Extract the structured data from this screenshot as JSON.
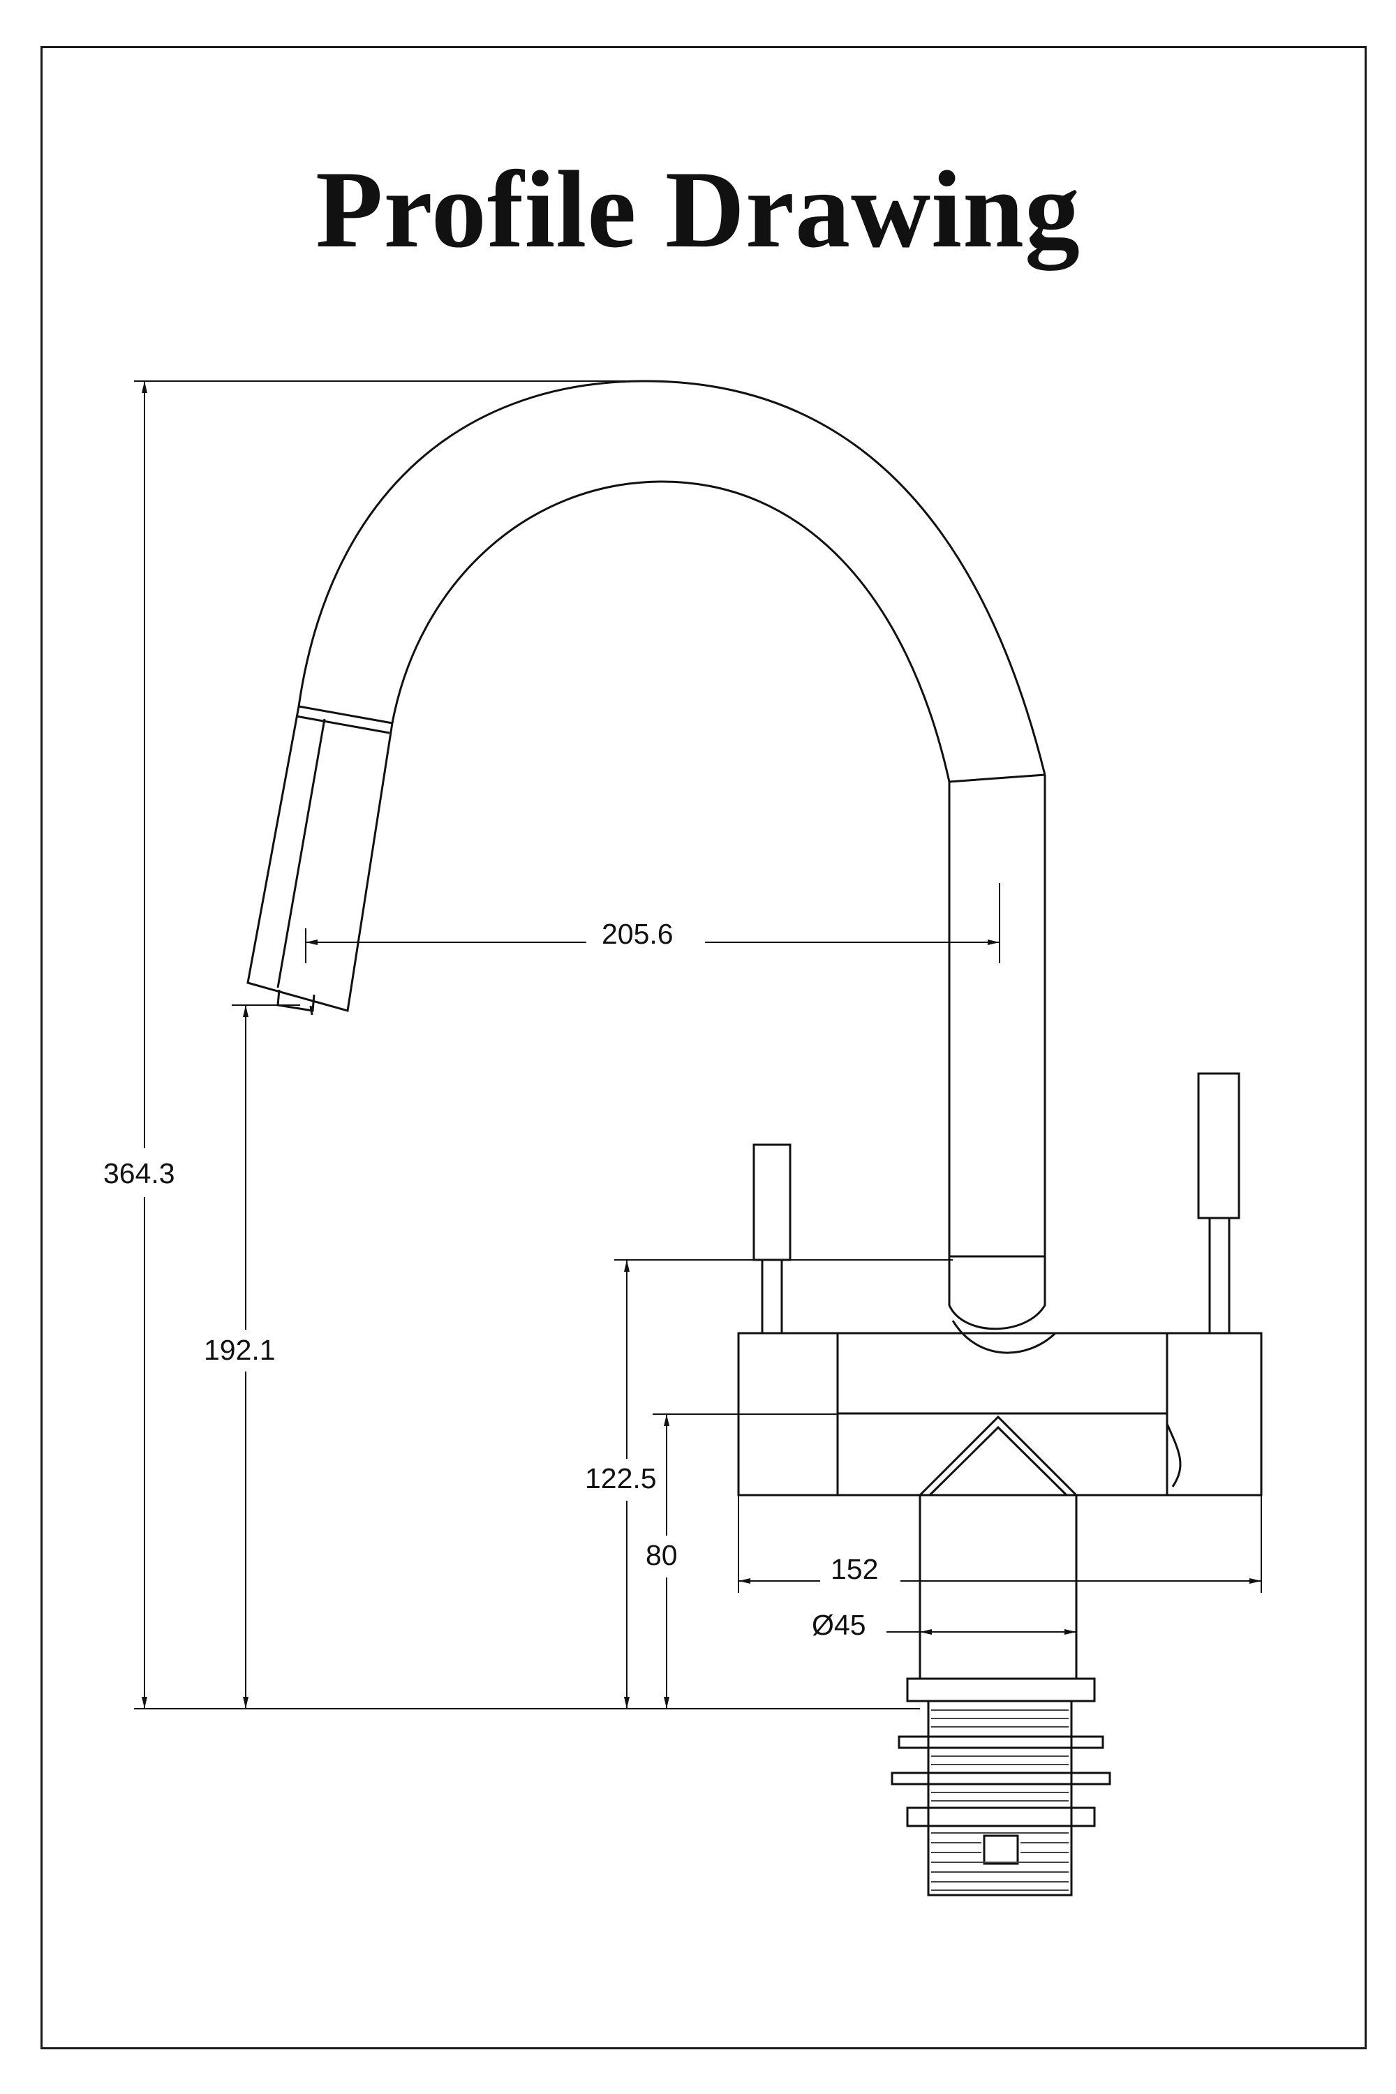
{
  "title": "Profile Drawing",
  "dimensions": {
    "overall_height": "364.3",
    "spout_height": "192.1",
    "spout_reach": "205.6",
    "body_height": "122.5",
    "base_height": "80",
    "body_width": "152",
    "base_diameter": "Ø45"
  }
}
